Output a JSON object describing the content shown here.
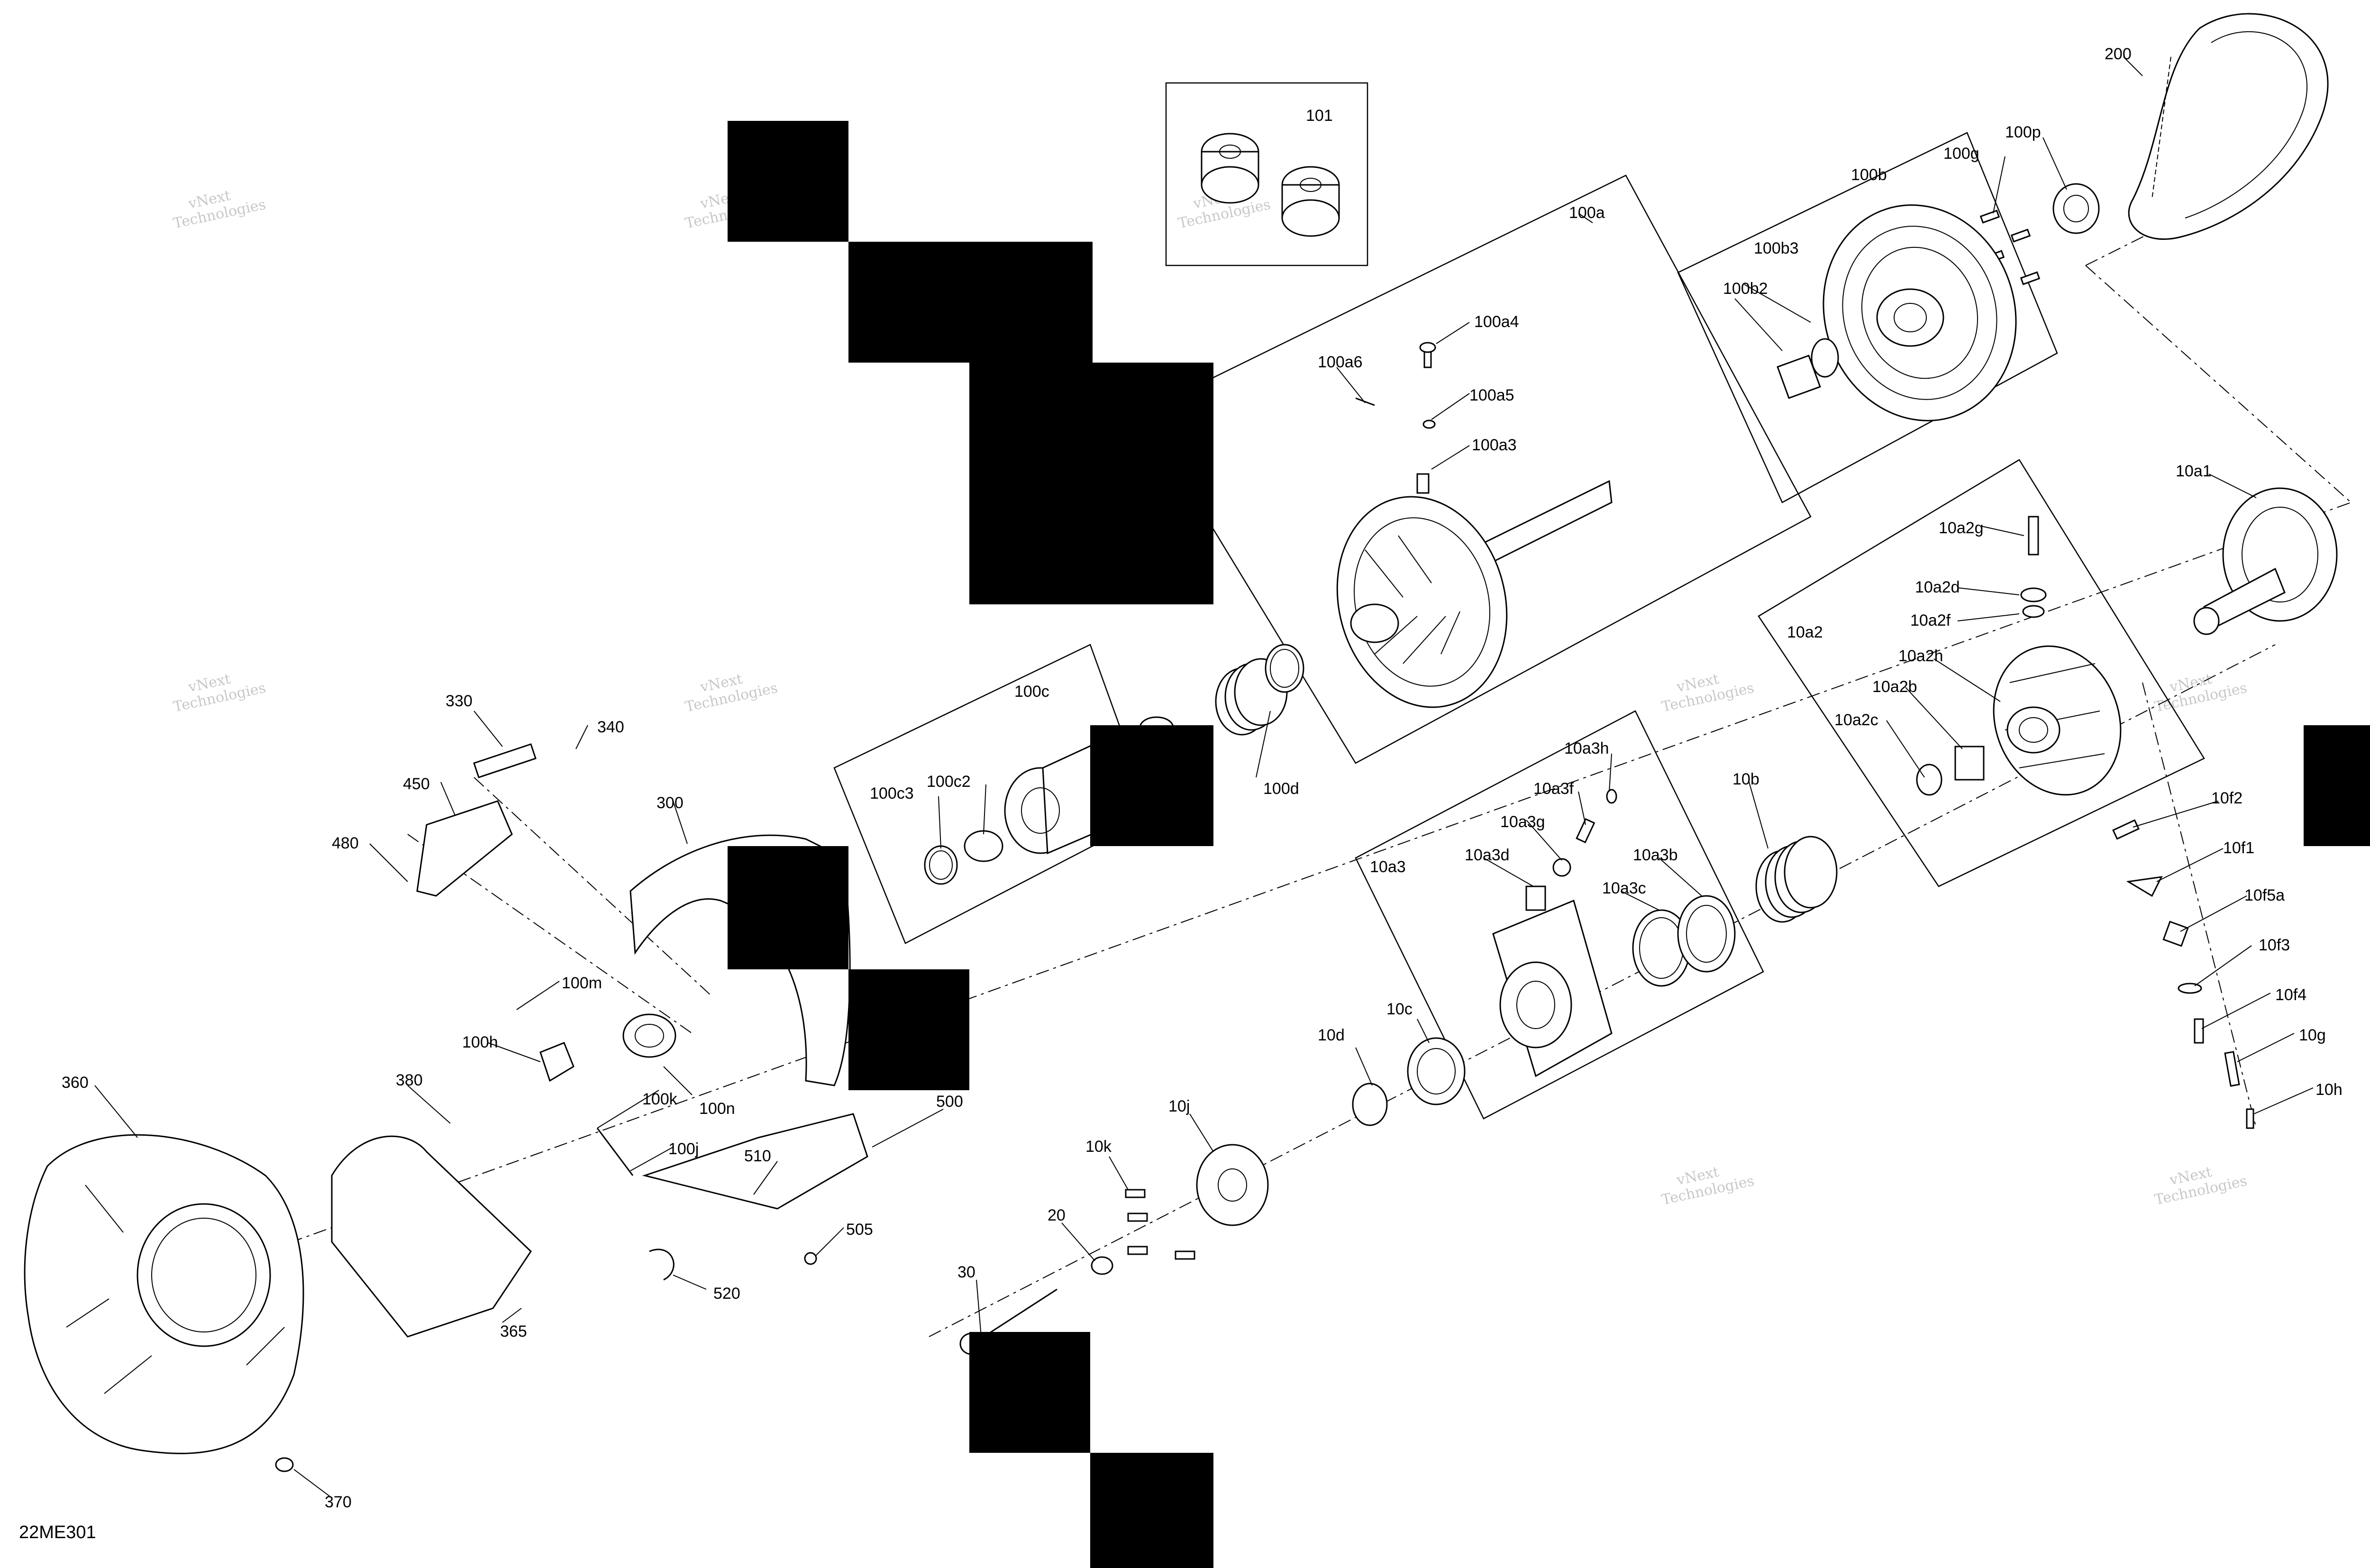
{
  "diagram_code": "22ME301",
  "watermark": {
    "line1": "vNext",
    "line2": "Technologies"
  },
  "callouts": [
    "101",
    "200",
    "100a",
    "100b",
    "100g",
    "100p",
    "100b3",
    "100b2",
    "100a4",
    "100a6",
    "100a5",
    "100a3",
    "10a1",
    "10a2g",
    "10a2d",
    "10a2f",
    "10a2",
    "10a2h",
    "10a2b",
    "10a2c",
    "100c",
    "100c3",
    "100c2",
    "100d",
    "10a3h",
    "10a3f",
    "10a3g",
    "10a3d",
    "10a3",
    "10a3b",
    "10a3c",
    "10b",
    "10f2",
    "10f1",
    "10f5a",
    "10f3",
    "10f4",
    "10g",
    "10h",
    "330",
    "340",
    "450",
    "480",
    "300",
    "100m",
    "100h",
    "100k",
    "100n",
    "100j",
    "360",
    "380",
    "365",
    "500",
    "510",
    "505",
    "520",
    "370",
    "10d",
    "10c",
    "10j",
    "10k",
    "20",
    "30"
  ]
}
